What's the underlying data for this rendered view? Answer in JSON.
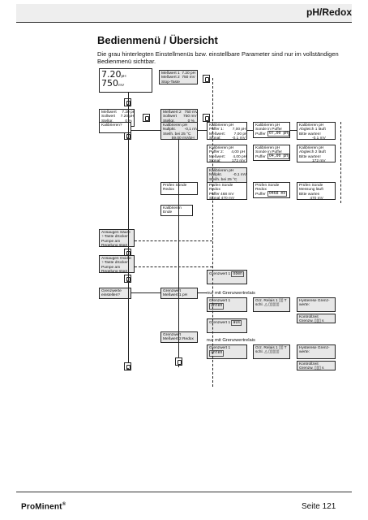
{
  "header": {
    "section": "pH/Redox"
  },
  "page": {
    "title": "Bedienmenü / Übersicht",
    "intro": "Die grau hinterlegten Einstellmenüs bzw. einstellbare Parameter sind nur im vollständigen Bedienmenü sichtbar."
  },
  "diagram": {
    "main_display": {
      "value1": "7.20",
      "unit1": "pH",
      "value2": "750",
      "unit2": "mV"
    },
    "boxes": {
      "messwert": "Meßwert 1  7.20 pH\nMeßwert 2  750 mV\nStop-Taste",
      "mw1": "Meßwert     7.20 pH\nSollwert     7.20 pH\nStellgr.           0 %",
      "mw2": "Meßwert 2   750 mV\nSollwert      750 mV\nStellgr.            0 %",
      "kalibrieren": "Kalibrieren?",
      "kal_null": "Kalibrieren pH\nNullpkt.        -0,1 mV\nSteilh. bei 25 °C\n        59,00 mV/pH",
      "kal_puffer": "Kalibrieren pH\nPuffer 1:        7,00 pH\nMeßwert:        7,00 pH\nSignal:          -0,1 mV",
      "kal_puffer2": "Kalibrieren pH\nPuffer 2:       4,00 pH\nMeßwert:       4,00 pH\nSignal:          172 mV",
      "kal_null2": "Kalibrieren pH\nNullpkt.          -0,1 mV\nSteilh. bei 25 °C\n         59,00 mV/pH",
      "sonde1": "Kalibrieren pH\nSonde in Puffer\nPuffer",
      "sonde2": "Kalibrieren pH\nSonde in Puffer\nPuffer",
      "abgleich1": "Kalibrieren pH\nAbgleich 1 läuft\nBitte warten!\n            -0,1 mV",
      "abgleich2": "Kalibrieren pH\nAbgleich 2 läuft\nBitte warten!\n            172 mV",
      "pruefen": "Prüfen Sonde\nRedox",
      "pruefen_redox": "Prüfen Sonde\nRedox\nPuffer 468 mV\nSignal 470 mV",
      "pruefen_puffer": "Prüfen Sonde\nRedox\nPuffer",
      "pruefen_messung": "Prüfen Sonde\nMessung läuft\nBitte warten\n          470 mV",
      "kal_ende": "Kalibrieren\nEnde",
      "ansaugen_saeure": "Ansaugen Säure\n↑-Taste drücken\nPumpe am\nRegelung stop!",
      "ansaugen_oxidat": "Ansaugen Oxidat\n↑-Taste drücken\nPumpe am\nRegelung stop!",
      "grenzwerte_einst": "Grenzwerte\neinstellen?",
      "grenzwert1_ph": "Grenzwert\nMeßwert 1 pH",
      "grenzwert2_redox": "Grenzwert\nMeßwert 2 Redox",
      "nur_relais": "nur mit Grenzwertrelais",
      "gw_oben": "Grenzwert 1",
      "hysterese": "Hysterese Grenz-\nwerte:",
      "relais": "Grz. Relais 1 ▯▯ T\nschl. △ ▯▯▯▯▯",
      "kontrollzeit": "Kontrollzeit\nGrenzw. ▯▯▯ s"
    },
    "lcd_values": {
      "puffer1": "07,00 pH",
      "puffer2": "04,00 pH",
      "redox_puffer": "0468 mV",
      "oben": "oben",
      "unten": "unten",
      "aus": "aus"
    }
  },
  "footer": {
    "brand": "ProMinent",
    "registered": "®",
    "page_label": "Seite 121"
  }
}
